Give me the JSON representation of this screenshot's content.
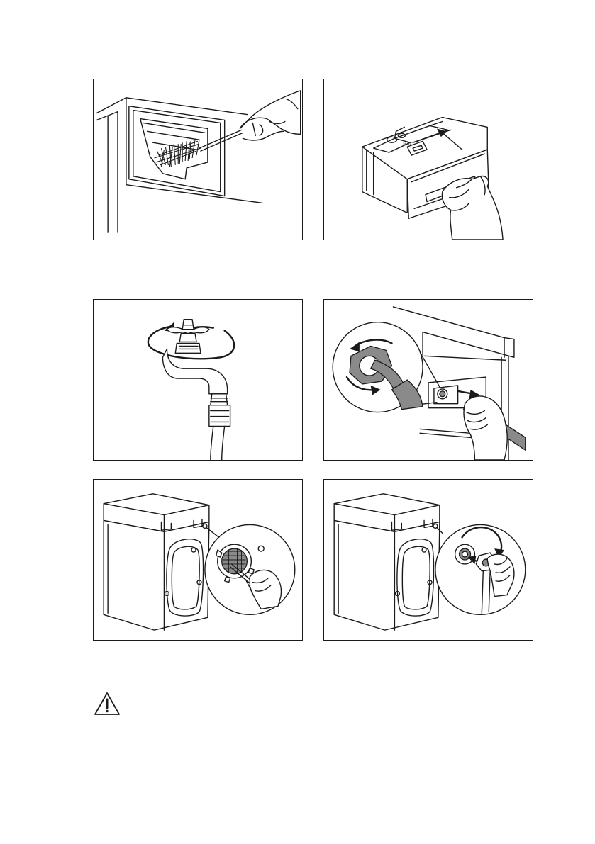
{
  "figures": [
    {
      "icon": "dispenser-brush-cleaning-illustration"
    },
    {
      "icon": "dispenser-drawer-insert-illustration"
    },
    {
      "icon": "water-tap-close-illustration"
    },
    {
      "icon": "inlet-hose-unscrew-illustration"
    },
    {
      "icon": "inlet-filter-brush-clean-illustration"
    },
    {
      "icon": "inlet-hose-reattach-illustration"
    }
  ],
  "warning": {
    "icon": "warning-triangle-icon"
  },
  "colors": {
    "line": "#1a1a1a",
    "grey": "#8a8a8a",
    "background": "#ffffff"
  }
}
